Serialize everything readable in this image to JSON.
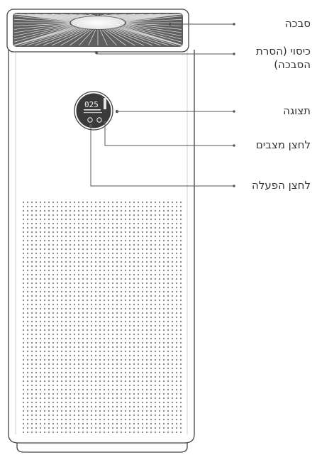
{
  "labels": {
    "grille": "סבכה",
    "cover": "כיסוי (הסרת הסבכה)",
    "display": "תצוגה",
    "mode_button": "לחצן מצבים",
    "power_button": "לחצן הפעלה"
  },
  "display_screen": {
    "reading": "025"
  }
}
